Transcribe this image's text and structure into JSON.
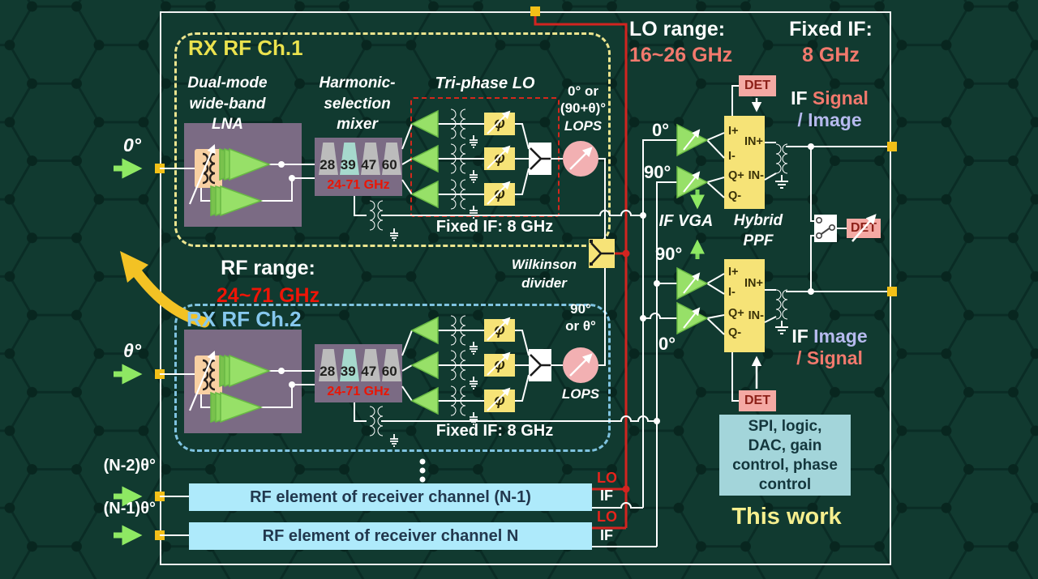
{
  "ch1": {
    "title": "RX RF Ch.1",
    "lna_label": "Dual-mode\nwide-band\nLNA",
    "mixer_label": "Harmonic-\nselection\nmixer",
    "trilo_label": "Tri-phase LO",
    "bands": [
      "28",
      "39",
      "47",
      "60"
    ],
    "band_range": "24-71 GHz",
    "lops_line1": "0° or",
    "lops_line2": "(90+θ)°",
    "lops_line3": "LOPS",
    "fixed_if": "Fixed IF: 8 GHz"
  },
  "ch2": {
    "title": "RX RF Ch.2",
    "bands": [
      "28",
      "39",
      "47",
      "60"
    ],
    "band_range": "24-71 GHz",
    "lops_line1": "90°",
    "lops_line2": "or θ°",
    "lops_line3": "LOPS",
    "fixed_if": "Fixed IF: 8 GHz"
  },
  "inputs": {
    "ch1": "0°",
    "ch2": "θ°",
    "chn1": "(N-2)θ°",
    "chn": "(N-1)θ°"
  },
  "headers": {
    "lo_range_label": "LO range:",
    "lo_range_value": "16~26 GHz",
    "fixed_if_label": "Fixed IF:",
    "fixed_if_value": "8 GHz",
    "rf_range_label": "RF range:",
    "rf_range_value": "24~71 GHz"
  },
  "symbols": {
    "phi": "φ",
    "det": "DET"
  },
  "wilkinson_label": "Wilkinson\ndivider",
  "if_section": {
    "vga_label": "IF VGA",
    "ppf_label": "Hybrid\nPPF",
    "amp_top1": "0°",
    "amp_top2": "90°",
    "amp_bot1": "90°",
    "amp_bot2": "0°",
    "ports": {
      "ip": "I+",
      "im": "I-",
      "qp": "Q+",
      "qm": "Q-",
      "inp": "IN+",
      "inm": "IN-"
    },
    "out_top_prefix": "IF ",
    "out_top_word": "Signal",
    "out_top_line2": "/ Image",
    "out_bot_prefix": "IF ",
    "out_bot_word": "Image",
    "out_bot_line2": "/ Signal"
  },
  "bottom": {
    "chn1_box": "RF element of receiver channel (N-1)",
    "chn_box": "RF element of receiver channel N",
    "lo": "LO",
    "if": "IF"
  },
  "control_box": "SPI, logic,\nDAC, gain\ncontrol, phase\ncontrol",
  "this_work": "This work",
  "colors": {
    "accent_red": "#d22420",
    "coral": "#f2796d",
    "bright_red": "#ee1507",
    "periwinkle": "#b6baee",
    "yellow": "#f6e377",
    "green_amp": "#97e068",
    "cyan_box": "#aeeafb"
  }
}
